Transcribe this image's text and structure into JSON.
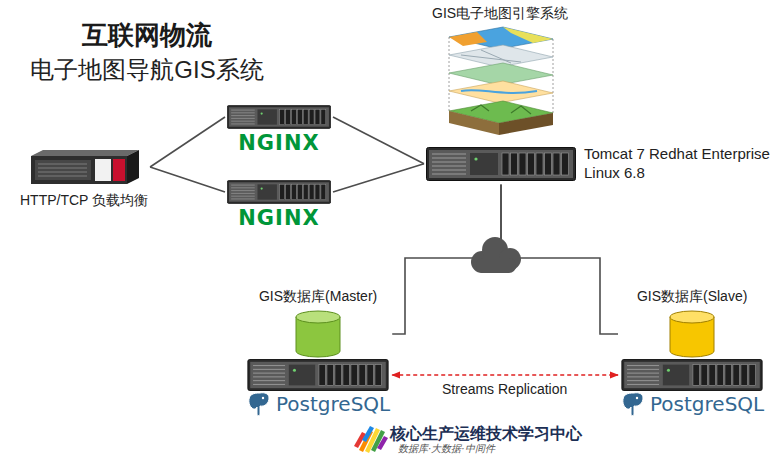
{
  "diagram": {
    "title": "互联网物流",
    "nodes": [
      {
        "text": [
          "HTTP/TCP 负载均衡"
        ]
      },
      {
        "text": [
          "NGINX"
        ]
      },
      {
        "text": [
          "NGINX"
        ]
      },
      {
        "text": [
          "GIS电子地图引擎系统"
        ]
      },
      {
        "text": [
          "Tomcat 7 Redhat Enterprise Linux 6.8"
        ]
      },
      {
        "text": [
          "GIS数据库(Master)",
          "PostgreSQL"
        ]
      },
      {
        "text": [
          "GIS数据库(Slave)",
          "PostgreSQL"
        ]
      }
    ],
    "edges": [
      {
        "from": 0,
        "to": 1,
        "arrow": "none"
      },
      {
        "from": 0,
        "to": 2,
        "arrow": "none"
      },
      {
        "from": 1,
        "to": 4,
        "arrow": "none"
      },
      {
        "from": 2,
        "to": 4,
        "arrow": "none"
      },
      {
        "from": 4,
        "to": 5,
        "arrow": "none"
      },
      {
        "from": 4,
        "to": 6,
        "arrow": "none"
      },
      {
        "from": 5,
        "to": 6,
        "label": "Streams Replication",
        "arrow": "both"
      }
    ],
    "labels": [
      "电子地图导航GIS系统",
      "核心生产运维技术学习中心",
      "数据库·大数据·中间件"
    ]
  }
}
